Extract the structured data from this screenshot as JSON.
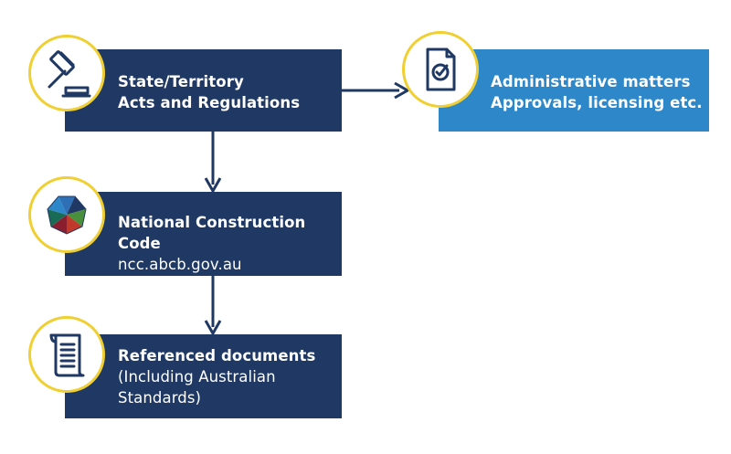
{
  "colors": {
    "dark_box": "#1f3864",
    "blue_box": "#2e87c8",
    "badge_ring": "#f0cf32",
    "arrow": "#1f3864"
  },
  "nodes": {
    "state": {
      "icon": "gavel-icon",
      "line1": "State/Territory",
      "line2": "Acts and Regulations"
    },
    "admin": {
      "icon": "document-check-icon",
      "line1": "Administrative matters",
      "line2": "Approvals, licensing etc."
    },
    "ncc": {
      "icon": "ncc-logo-icon",
      "line1": "National Construction Code",
      "line2": "ncc.abcb.gov.au"
    },
    "referenced": {
      "icon": "scroll-document-icon",
      "line1": "Referenced documents",
      "line2": "(Including Australian",
      "line3": "Standards)"
    }
  },
  "edges": [
    {
      "from": "state",
      "to": "admin"
    },
    {
      "from": "state",
      "to": "ncc"
    },
    {
      "from": "ncc",
      "to": "referenced"
    }
  ]
}
